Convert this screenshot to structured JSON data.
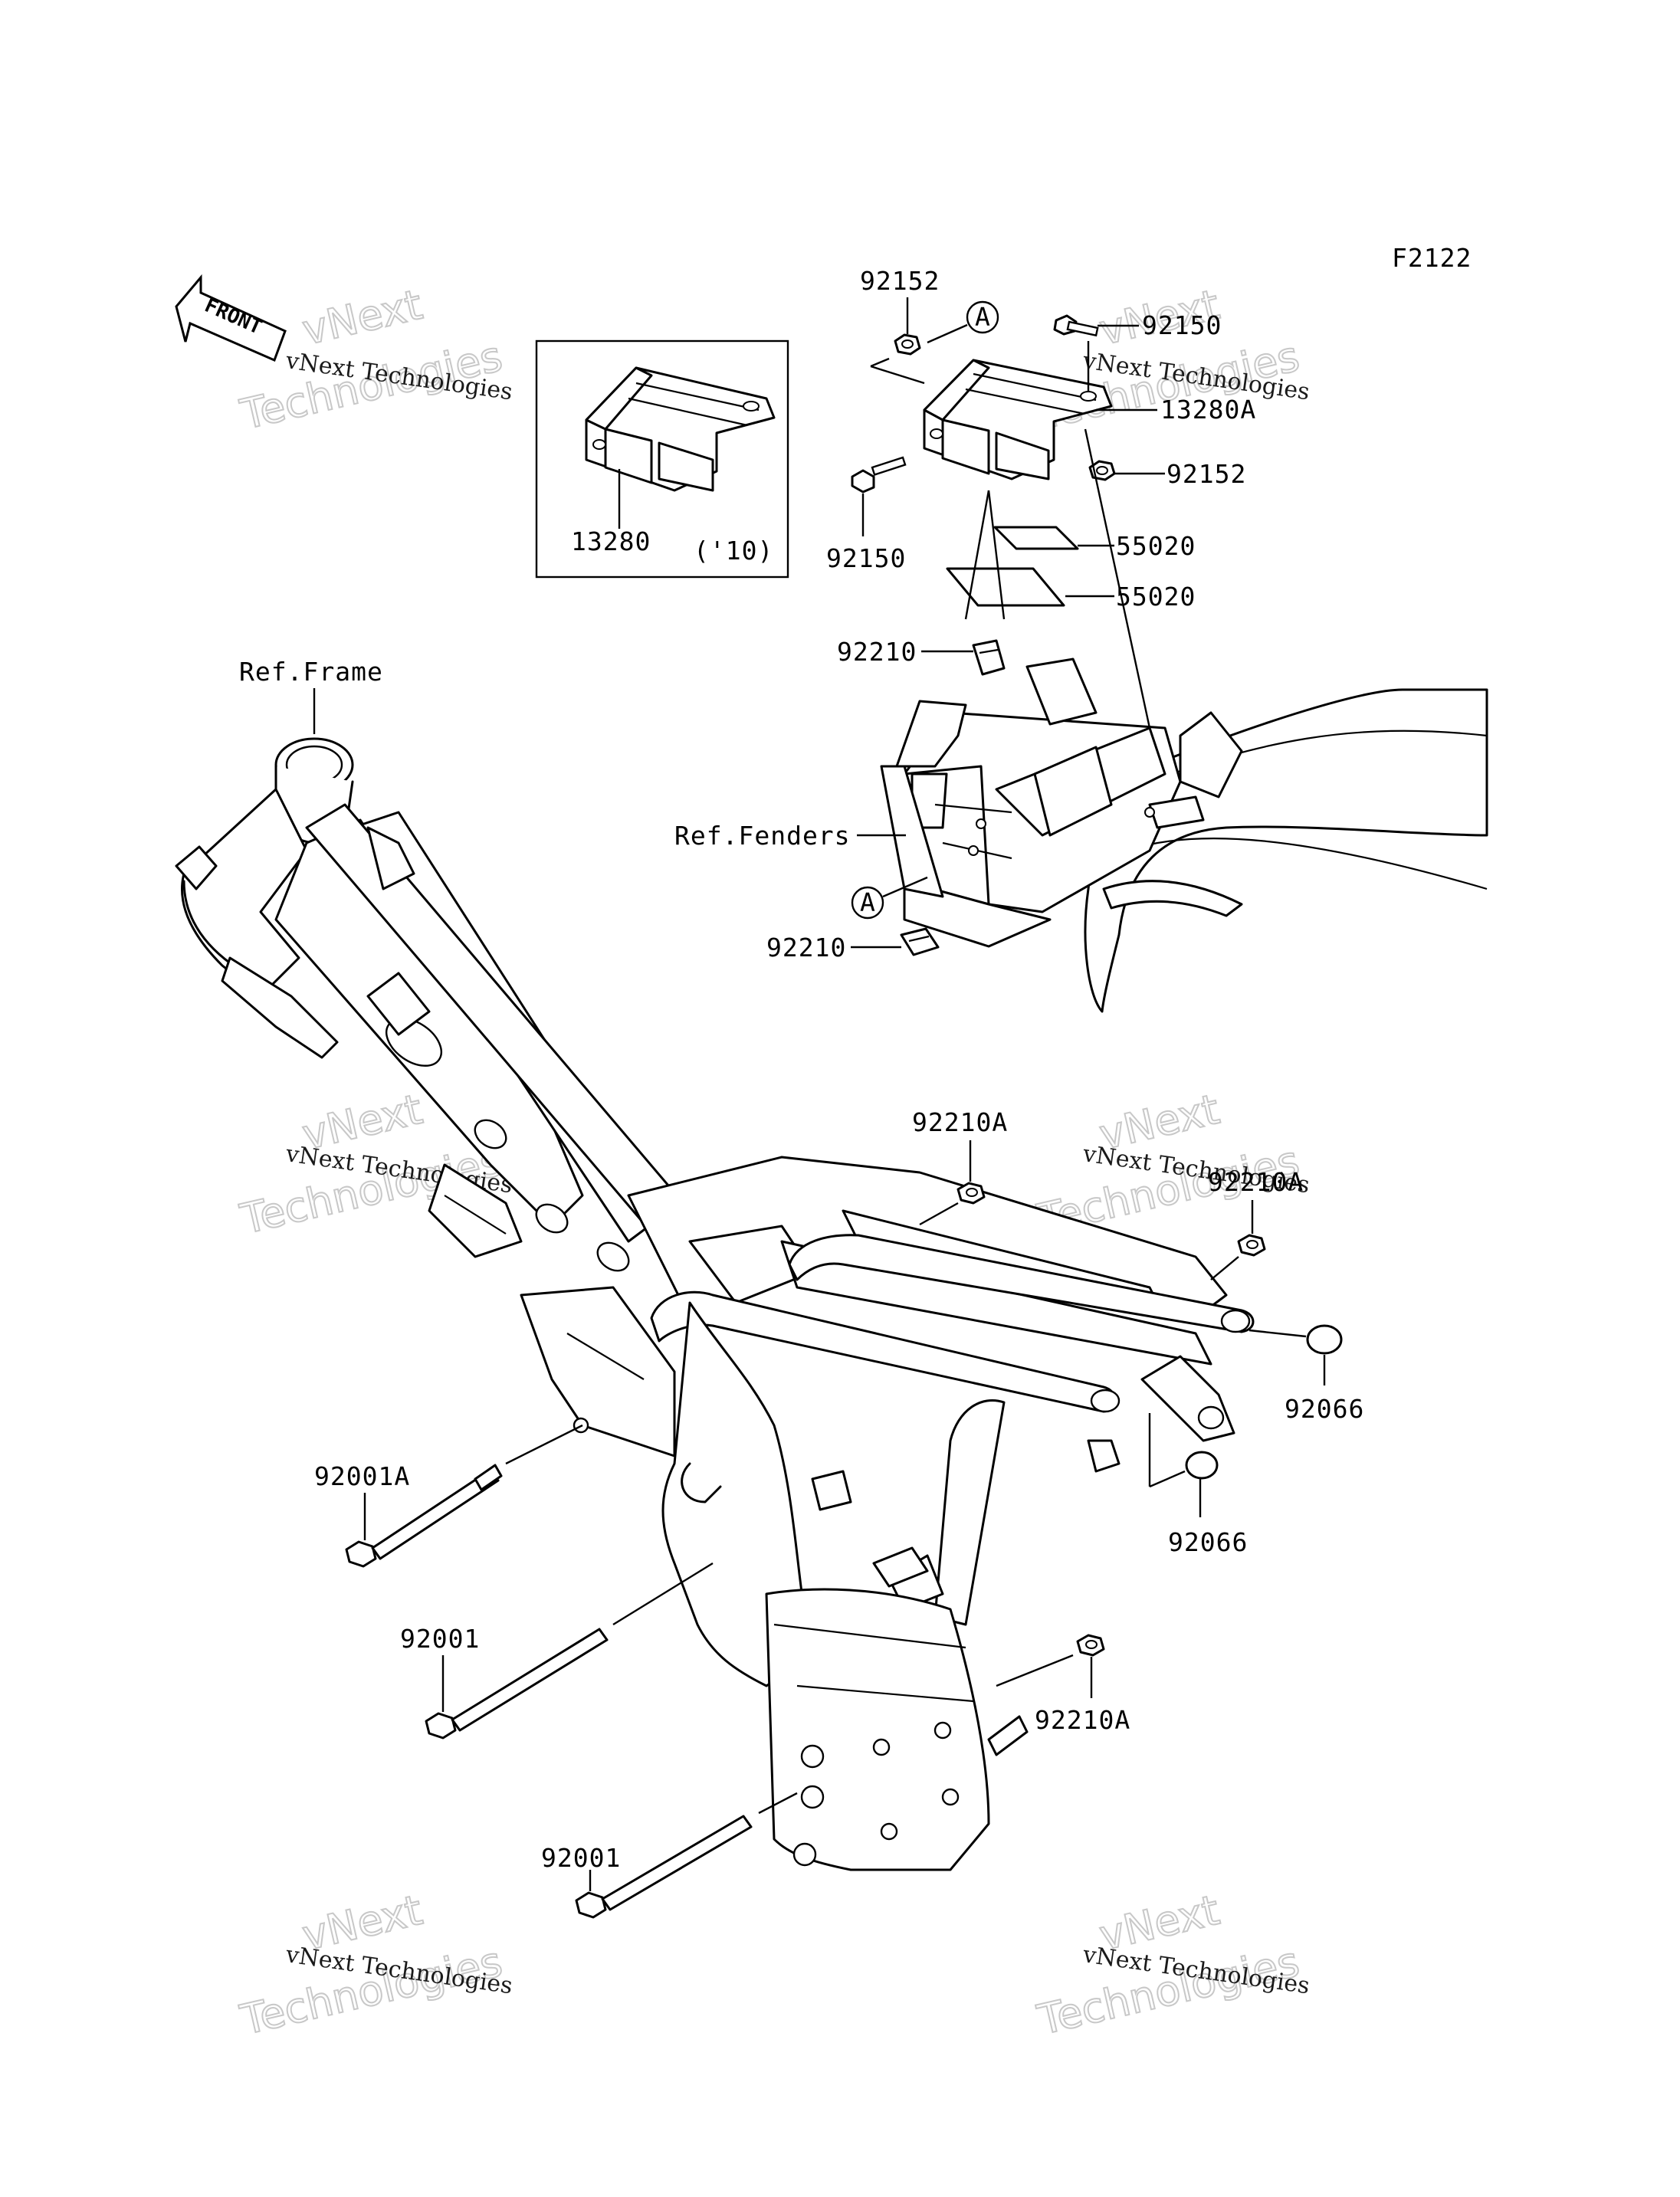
{
  "diagram": {
    "code": "F2122",
    "front_label": "FRONT",
    "watermark_line1": "vNext",
    "watermark_line2": "Technologies",
    "watermark_caption": "vNext Technologies",
    "inset_note": "('10)",
    "callout_letter": "A",
    "refs": {
      "frame": "Ref.Frame",
      "fenders": "Ref.Fenders"
    },
    "parts": {
      "p92152_top": "92152",
      "p92150_top": "92150",
      "p13280A": "13280A",
      "p92152_mid": "92152",
      "p13280": "13280",
      "p92150_left": "92150",
      "p55020_a": "55020",
      "p55020_b": "55020",
      "p92210_top": "92210",
      "p92210_bot": "92210",
      "p92210A_a": "92210A",
      "p92210A_b": "92210A",
      "p92066_a": "92066",
      "p92066_b": "92066",
      "p92001A": "92001A",
      "p92001_a": "92001",
      "p92210A_c": "92210A",
      "p92001_b": "92001"
    }
  }
}
